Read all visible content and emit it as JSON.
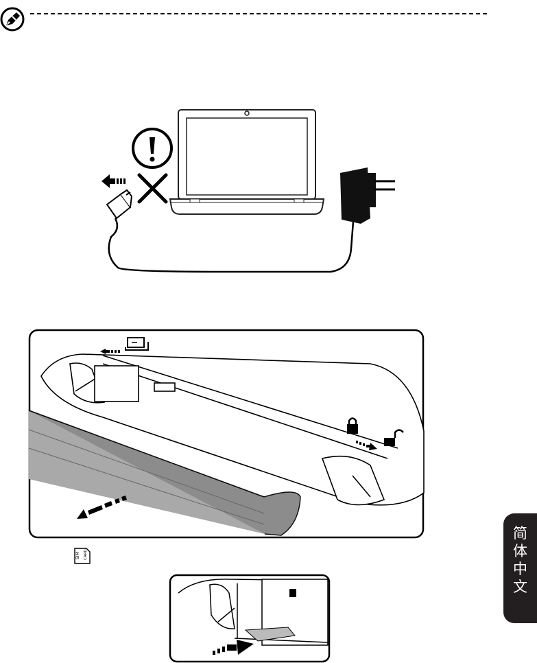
{
  "header": {
    "icon": "note-pen-icon"
  },
  "figures": [
    {
      "name": "ac-adapter-unplug",
      "icons": [
        "laptop-icon",
        "warning-exclamation-icon",
        "cross-icon",
        "pull-arrow-icon",
        "power-adapter-icon"
      ]
    },
    {
      "name": "battery-removal",
      "icons": [
        "battery-release-icon",
        "lock-icon",
        "unlock-icon",
        "pull-arrow-icon"
      ]
    },
    {
      "name": "sim-card-insert",
      "icons": [
        "sim-card-icon",
        "push-arrow-icon"
      ]
    }
  ],
  "sim_icon": {
    "line1": "SIM",
    "line2": "CARD"
  },
  "language_tab": {
    "label": "简体中文"
  }
}
